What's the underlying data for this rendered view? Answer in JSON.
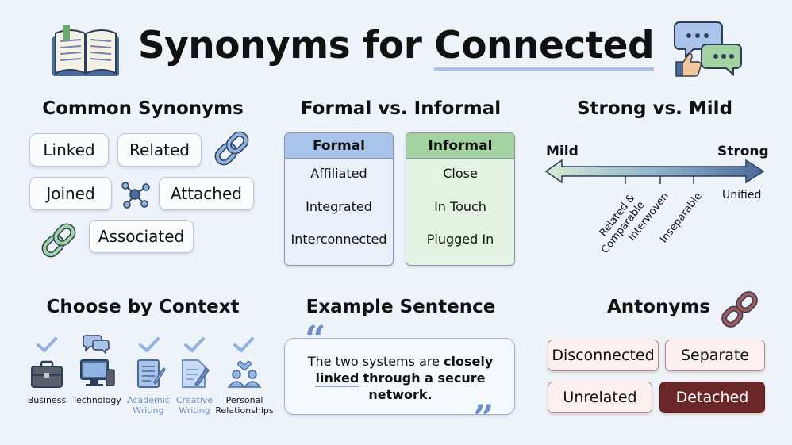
{
  "title": {
    "prefix": "Synonyms for",
    "highlight": "Connected"
  },
  "common": {
    "heading": "Common Synonyms",
    "items": [
      "Linked",
      "Related",
      "Joined",
      "Attached",
      "Associated"
    ]
  },
  "formal_informal": {
    "heading": "Formal vs. Informal",
    "formal": {
      "header": "Formal",
      "items": [
        "Affiliated",
        "Integrated",
        "Interconnected"
      ]
    },
    "informal": {
      "header": "Informal",
      "items": [
        "Close",
        "In Touch",
        "Plugged In"
      ]
    }
  },
  "strength": {
    "heading": "Strong vs. Mild",
    "mild": "Mild",
    "strong": "Strong",
    "ticks": [
      "Related & Comparable",
      "Interwoven",
      "Inseparable"
    ],
    "end_label": "Unified"
  },
  "context": {
    "heading": "Choose by Context",
    "items": [
      {
        "label": "Business",
        "icon": "briefcase-icon"
      },
      {
        "label": "Technology",
        "icon": "computer-icon"
      },
      {
        "label": "Academic Writing",
        "icon": "notebook-icon"
      },
      {
        "label": "Creative Writing",
        "icon": "pencil-paper-icon"
      },
      {
        "label": "Personal Relationships",
        "icon": "people-heart-icon"
      }
    ]
  },
  "example": {
    "heading": "Example Sentence",
    "part1": "The two systems are ",
    "bold1": "closely",
    "bold2": "linked",
    "part2": " ",
    "bold3": "through a secure network."
  },
  "antonyms": {
    "heading": "Antonyms",
    "items": [
      "Disconnected",
      "Separate",
      "Unrelated",
      "Detached"
    ]
  },
  "colors": {
    "background": "#eef2f9",
    "formal_header": "#a9c3ea",
    "informal_header": "#a3d3a0",
    "antonym_dark": "#6b2727",
    "check": "#8fb3e0"
  }
}
